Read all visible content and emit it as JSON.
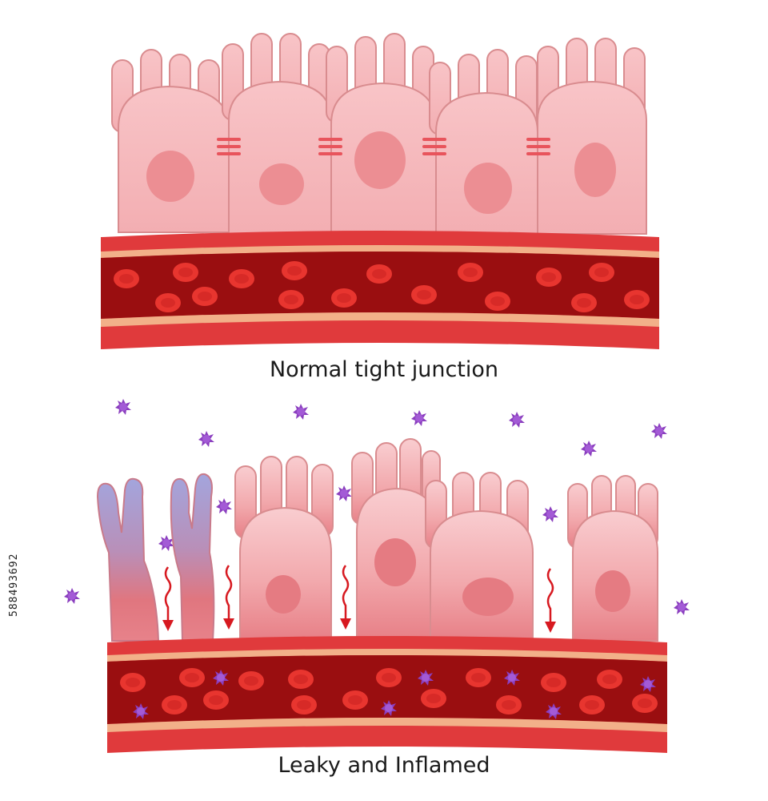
{
  "captions": {
    "normal": "Normal tight junction",
    "leaky": "Leaky and Inflamed"
  },
  "stock_id": "588493692",
  "colors": {
    "cell_fill": "#f6bcc0",
    "cell_stroke": "#d98c8f",
    "nucleus": "#ec8e93",
    "junction": "#e8545c",
    "vessel_outer": "#e03a3c",
    "vessel_stripe": "#f2b089",
    "vessel_inner": "#9a0e10",
    "rbc": "#e8352f",
    "pathogen": "#8b3fbf",
    "inflamed_cell": "#9c9ed8",
    "arrow": "#d71920"
  }
}
